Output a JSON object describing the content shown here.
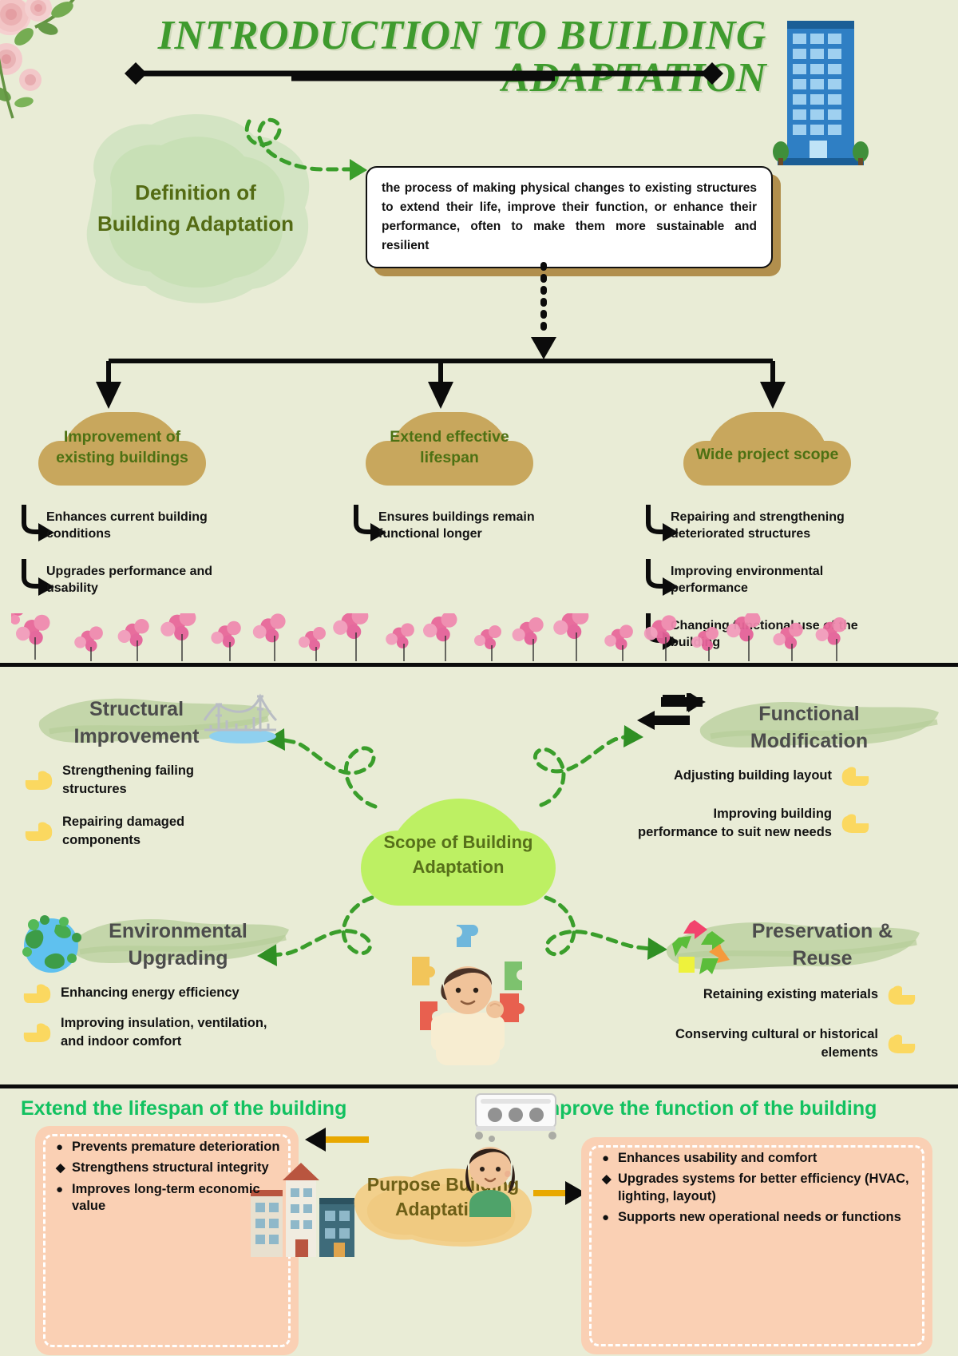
{
  "title": {
    "line1": "INTRODUCTION TO BUILDING",
    "line2": "ADAPTATION",
    "color": "#3f9b2e"
  },
  "definition": {
    "label_line1": "Definition of",
    "label_line2": "Building Adaptation",
    "text": "the process of making physical changes to existing structures to extend their life, improve their function, or enhance their performance, often to make them more sustainable and resilient"
  },
  "branches": [
    {
      "title_line1": "Improvement of",
      "title_line2": "existing buildings",
      "points": [
        "Enhances current building conditions",
        "Upgrades performance and usability"
      ]
    },
    {
      "title_line1": "Extend effective",
      "title_line2": "lifespan",
      "points": [
        "Ensures buildings remain functional longer"
      ]
    },
    {
      "title_line1": "Wide project scope",
      "title_line2": "",
      "points": [
        "Repairing and strengthening deteriorated structures",
        "Improving environmental performance",
        "Changing functional use of the building"
      ]
    }
  ],
  "scope": {
    "center_line1": "Scope of Building",
    "center_line2": "Adaptation",
    "quadrants": [
      {
        "title_line1": "Structural",
        "title_line2": "Improvement",
        "icon": "bridge-icon",
        "points": [
          "Strengthening failing structures",
          "Repairing damaged components"
        ]
      },
      {
        "title_line1": "Functional",
        "title_line2": "Modification",
        "icon": "two-way-arrow-icon",
        "points": [
          "Adjusting building layout",
          "Improving building performance to suit new needs"
        ]
      },
      {
        "title_line1": "Environmental",
        "title_line2": "Upgrading",
        "icon": "globe-icon",
        "points": [
          "Enhancing energy efficiency",
          "Improving insulation, ventilation, and indoor comfort"
        ]
      },
      {
        "title_line1": "Preservation &",
        "title_line2": "Reuse",
        "icon": "recycle-icon",
        "points": [
          "Retaining existing materials",
          "Conserving cultural or historical elements"
        ]
      }
    ]
  },
  "purpose": {
    "center_line1": "Purpose Building",
    "center_line2": "Adaptation",
    "left": {
      "heading": "Extend the lifespan of the building",
      "items": [
        "Prevents premature deterioration",
        "Strengthens structural integrity",
        "Improves long-term economic value"
      ],
      "markers": [
        "●",
        "◆",
        "●"
      ]
    },
    "right": {
      "heading": "Improve the function of the building",
      "items": [
        "Enhances usability and comfort",
        "Upgrades systems for better efficiency (HVAC, lighting, layout)",
        "Supports new operational needs or functions"
      ],
      "markers": [
        "●",
        "◆",
        "●"
      ]
    }
  },
  "colors": {
    "background": "#e9ecd6",
    "title_green": "#3f9b2e",
    "cloud_tan": "#c8a75d",
    "olive_text": "#4d7113",
    "scope_cloud": "#bdf063",
    "bottom_heading": "#12c160",
    "bottom_box": "#fad0b4",
    "hand_yellow": "#fbd860",
    "dashed_arrow": "#3a9e2b"
  }
}
